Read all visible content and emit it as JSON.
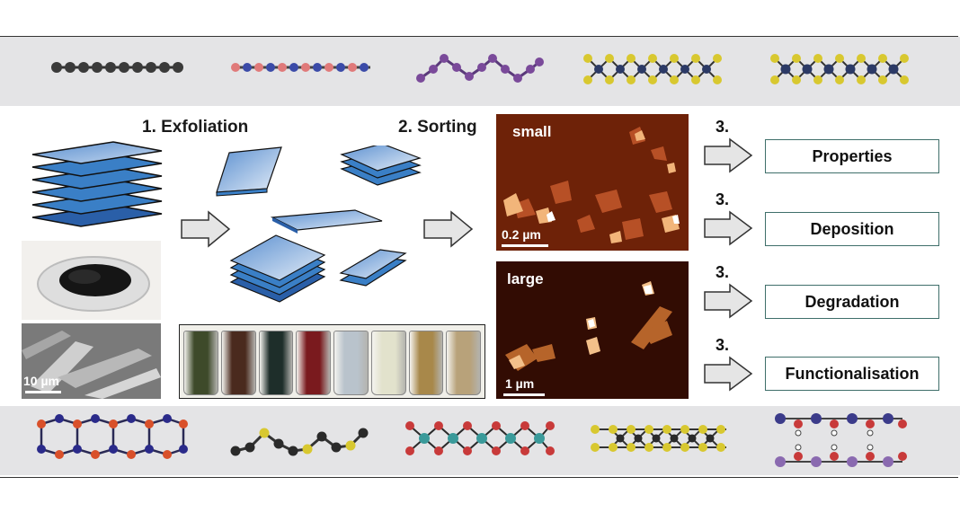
{
  "steps": {
    "exfoliation": "1. Exfoliation",
    "sorting": "2. Sorting",
    "three": "3."
  },
  "afm": {
    "small_label": "small",
    "small_scale": "0.2 µm",
    "large_label": "large",
    "large_scale": "1 µm"
  },
  "photo": {
    "sem_scale": "10 µm"
  },
  "outcomes": [
    "Properties",
    "Deposition",
    "Degradation",
    "Functionalisation"
  ],
  "colors": {
    "band": "#e4e4e6",
    "box_border": "#3f6f6a",
    "flake_blue": "#3a7fc6",
    "carbon": "#3a3a3a",
    "boron_nitride_b": "#e07a7a",
    "boron_nitride_n": "#3b4ba8",
    "phosphorus": "#7a4a9a",
    "sulfur": "#d8c830",
    "metal": "#2c3a66"
  },
  "vial_colors": [
    "#3e4a2a",
    "#4a2a1e",
    "#1e2e2a",
    "#7a1a1e",
    "#b9c3cc",
    "#e2e2cc",
    "#a8884a",
    "#b8a27a"
  ],
  "structures_top": [
    "graphene-structure-icon",
    "boron-nitride-structure-icon",
    "phosphorene-structure-icon",
    "mos2-structure-icon",
    "ws2-structure-icon"
  ],
  "structures_bottom": [
    "oxide-chain-structure-icon",
    "zigzag-sulfide-structure-icon",
    "metal-oxide-structure-icon",
    "layered-sulfide-structure-icon",
    "hydroxide-bilayer-structure-icon"
  ]
}
